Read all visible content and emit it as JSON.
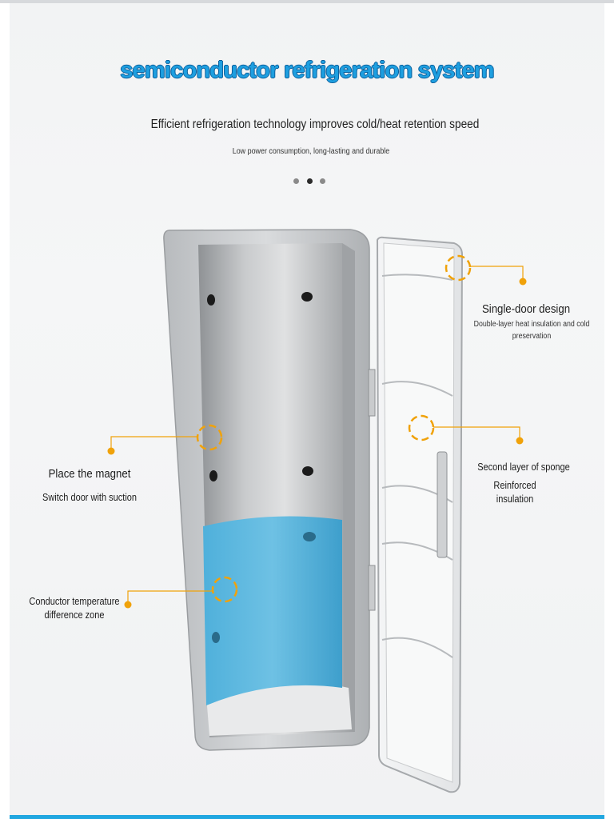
{
  "header": {
    "title": "semiconductor refrigeration system",
    "subtitle": "Efficient refrigeration technology improves cold/heat retention speed",
    "tagline": "Low power consumption, long-lasting and durable"
  },
  "carousel": {
    "dot_count": 3,
    "active_index": 1
  },
  "callouts": {
    "single_door_title": "Single-door design",
    "single_door_desc_1": "Double-layer heat insulation and cold",
    "single_door_desc_2": "preservation",
    "sponge_title": "Second layer of sponge",
    "sponge_desc_1": "Reinforced",
    "sponge_desc_2": "insulation",
    "magnet_title": "Place the magnet",
    "magnet_desc": "Switch door with suction",
    "conductor_line_1": "Conductor temperature",
    "conductor_line_2": "difference zone"
  },
  "colors": {
    "title_blue": "#1e9fe0",
    "accent_orange": "#f0a20a",
    "cold_zone_blue": "#5cb7dd",
    "bottom_bar": "#21a7e0"
  }
}
